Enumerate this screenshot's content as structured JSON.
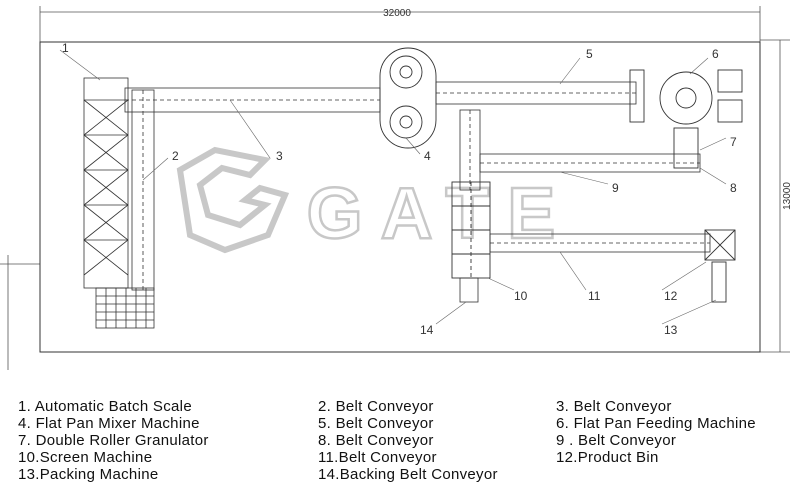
{
  "dimensions": {
    "width_label": "32000",
    "height_label": "13000"
  },
  "watermark": "GATE",
  "callouts": [
    "1",
    "2",
    "3",
    "4",
    "5",
    "6",
    "7",
    "8",
    "9",
    "10",
    "11",
    "12",
    "13",
    "14"
  ],
  "legend": [
    {
      "text": "1. Automatic Batch Scale"
    },
    {
      "text": "2. Belt Conveyor"
    },
    {
      "text": "3. Belt Conveyor"
    },
    {
      "text": "4. Flat Pan Mixer Machine"
    },
    {
      "text": " 5. Belt Conveyor"
    },
    {
      "text": " 6. Flat Pan Feeding Machine"
    },
    {
      "text": "7. Double Roller Granulator"
    },
    {
      "text": " 8. Belt Conveyor"
    },
    {
      "text": "9 . Belt Conveyor"
    },
    {
      "text": "10.Screen Machine"
    },
    {
      "text": "11.Belt Conveyor"
    },
    {
      "text": "12.Product Bin"
    },
    {
      "text": "13.Packing Machine"
    },
    {
      "text": "14.Backing Belt Conveyor"
    }
  ],
  "colors": {
    "line": "#333333",
    "watermark": "#c8c8c8",
    "background": "#ffffff"
  }
}
